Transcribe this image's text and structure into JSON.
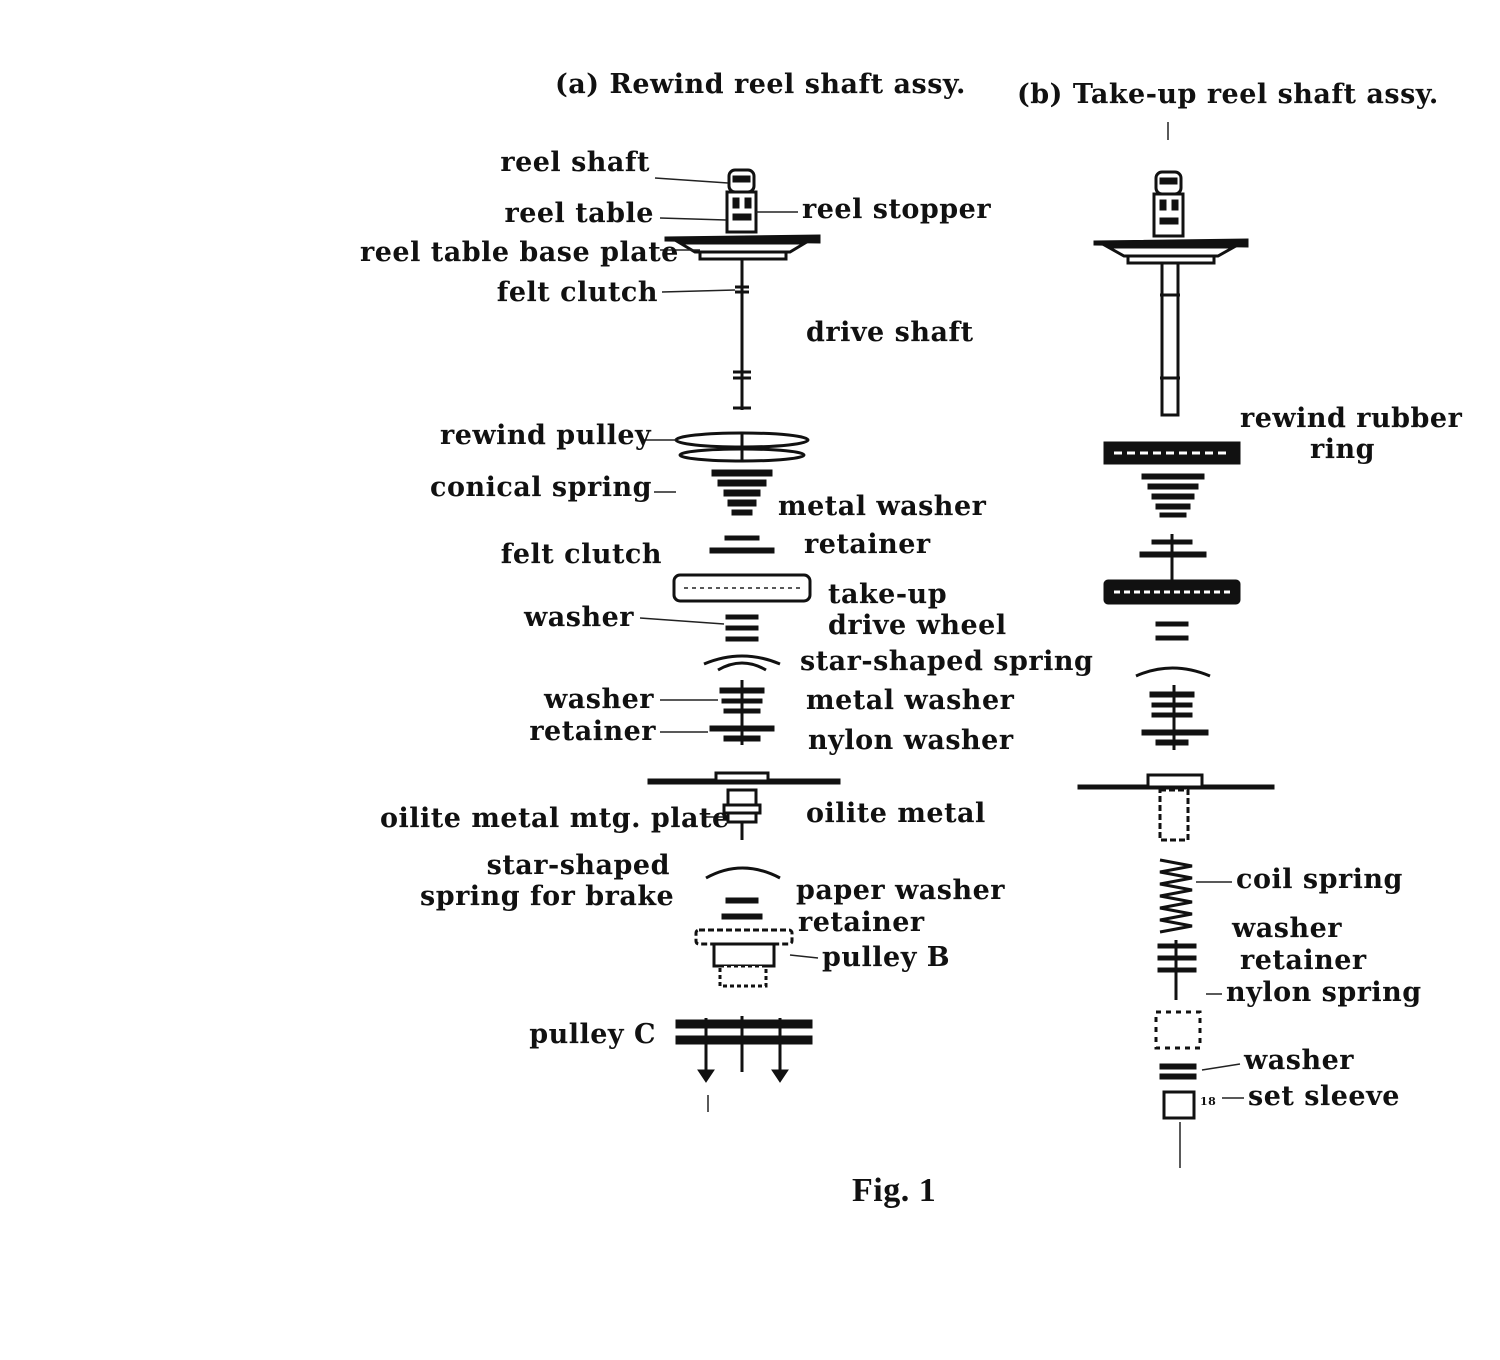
{
  "titles": {
    "a": "(a) Rewind reel shaft assy.",
    "b": "(b) Take-up reel shaft assy."
  },
  "figure_caption": "Fig. 1",
  "labels_a": {
    "reel_shaft": "reel shaft",
    "reel_table": "reel table",
    "reel_table_base_plate": "reel table base plate",
    "felt_clutch_1": "felt clutch",
    "reel_stopper": "reel stopper",
    "drive_shaft": "drive shaft",
    "rewind_pulley": "rewind pulley",
    "conical_spring": "conical spring",
    "metal_washer_1": "metal washer",
    "retainer_1": "retainer",
    "felt_clutch_2": "felt clutch",
    "take_up_1": "take-up",
    "drive_wheel": "drive wheel",
    "washer_1": "washer",
    "star_shaped_spring": "star-shaped spring",
    "washer_2": "washer",
    "metal_washer_2": "metal washer",
    "retainer_2": "retainer",
    "nylon_washer": "nylon washer",
    "oilite_metal_mtg_plate": "oilite metal mtg. plate",
    "oilite_metal": "oilite metal",
    "star_shaped_line1": "star-shaped",
    "star_shaped_line2": "spring for brake",
    "paper_washer": "paper washer",
    "retainer_3": "retainer",
    "pulley_b": "pulley B",
    "pulley_c": "pulley C"
  },
  "labels_b": {
    "rewind_rubber_line1": "rewind rubber",
    "rewind_rubber_line2": "ring",
    "coil_spring": "coil spring",
    "washer_1": "washer",
    "retainer": "retainer",
    "nylon_spring": "nylon spring",
    "washer_2": "washer",
    "set_sleeve": "set sleeve",
    "small_mark": "18"
  }
}
